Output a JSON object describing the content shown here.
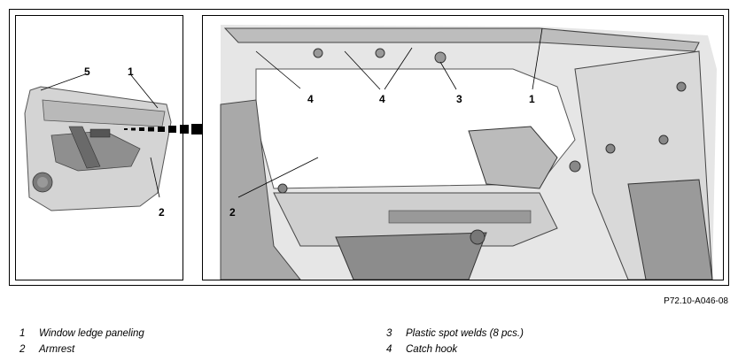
{
  "figure": {
    "reference_code": "P72.10-A046-08",
    "callouts_inset": [
      "5",
      "1",
      "2"
    ],
    "callouts_main": [
      "4",
      "4",
      "3",
      "1",
      "2"
    ]
  },
  "legend": [
    {
      "number": "1",
      "label": "Window ledge paneling"
    },
    {
      "number": "2",
      "label": "Armrest"
    },
    {
      "number": "3",
      "label": "Plastic spot welds (8 pcs.)"
    },
    {
      "number": "4",
      "label": "Catch hook"
    }
  ]
}
